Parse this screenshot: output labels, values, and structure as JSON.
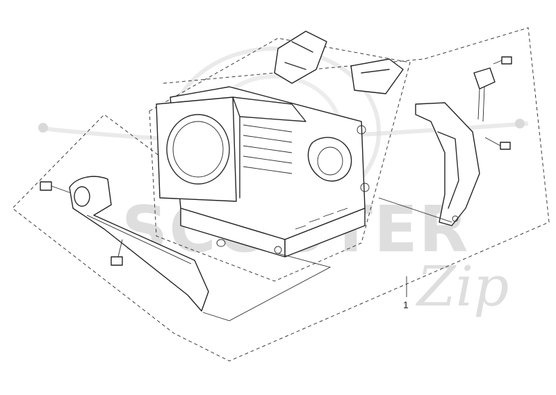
{
  "diagram": {
    "callouts": [
      {
        "label": "1"
      }
    ]
  },
  "watermark": {
    "brand_main": "SCOOTER",
    "brand_script": "Zip",
    "color": "#dcdcdc"
  },
  "colors": {
    "line": "#2b2b2b",
    "background": "#ffffff"
  }
}
